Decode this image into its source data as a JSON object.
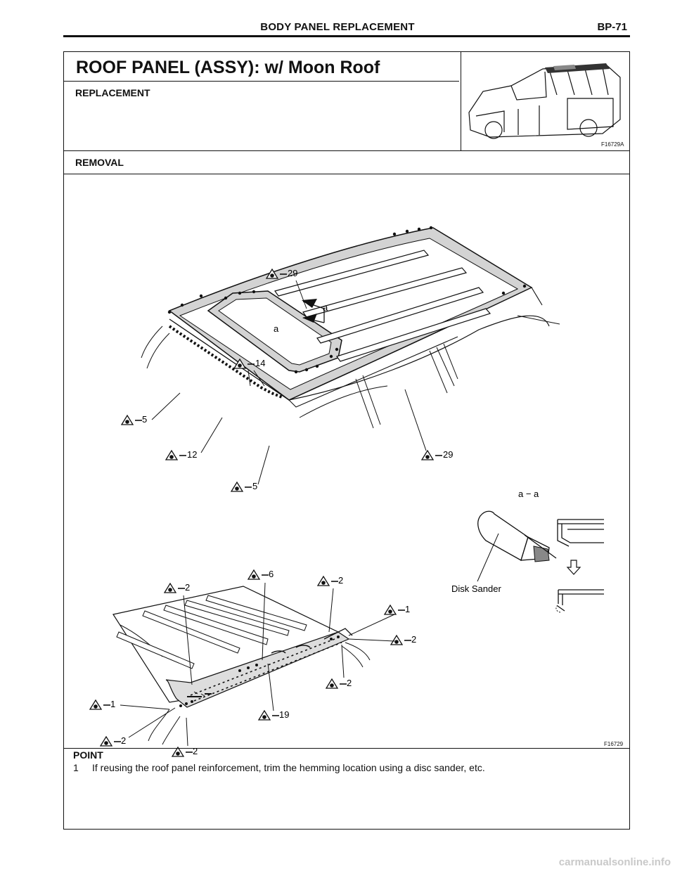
{
  "header": {
    "title": "BODY PANEL REPLACEMENT",
    "page": "BP-71"
  },
  "section": {
    "title": "ROOF PANEL (ASSY): w/ Moon Roof",
    "subtitle": "REPLACEMENT",
    "thumbnail_code": "F16729A"
  },
  "removal": {
    "label": "REMOVAL",
    "figure_code": "F16729",
    "upper_callouts": [
      "29",
      "14",
      "5",
      "12",
      "5",
      "29"
    ],
    "section_marks": [
      "a",
      "a"
    ],
    "section_label": "a − a",
    "tool_label": "Disk Sander",
    "lower_callouts": [
      "2",
      "6",
      "2",
      "1",
      "2",
      "2",
      "1",
      "19",
      "2",
      "2"
    ]
  },
  "point": {
    "heading": "POINT",
    "items": [
      {
        "num": "1",
        "text": "If reusing the roof panel reinforcement, trim the hemming location using a disc sander, etc."
      }
    ]
  },
  "watermark": "carmanualsonline.info"
}
